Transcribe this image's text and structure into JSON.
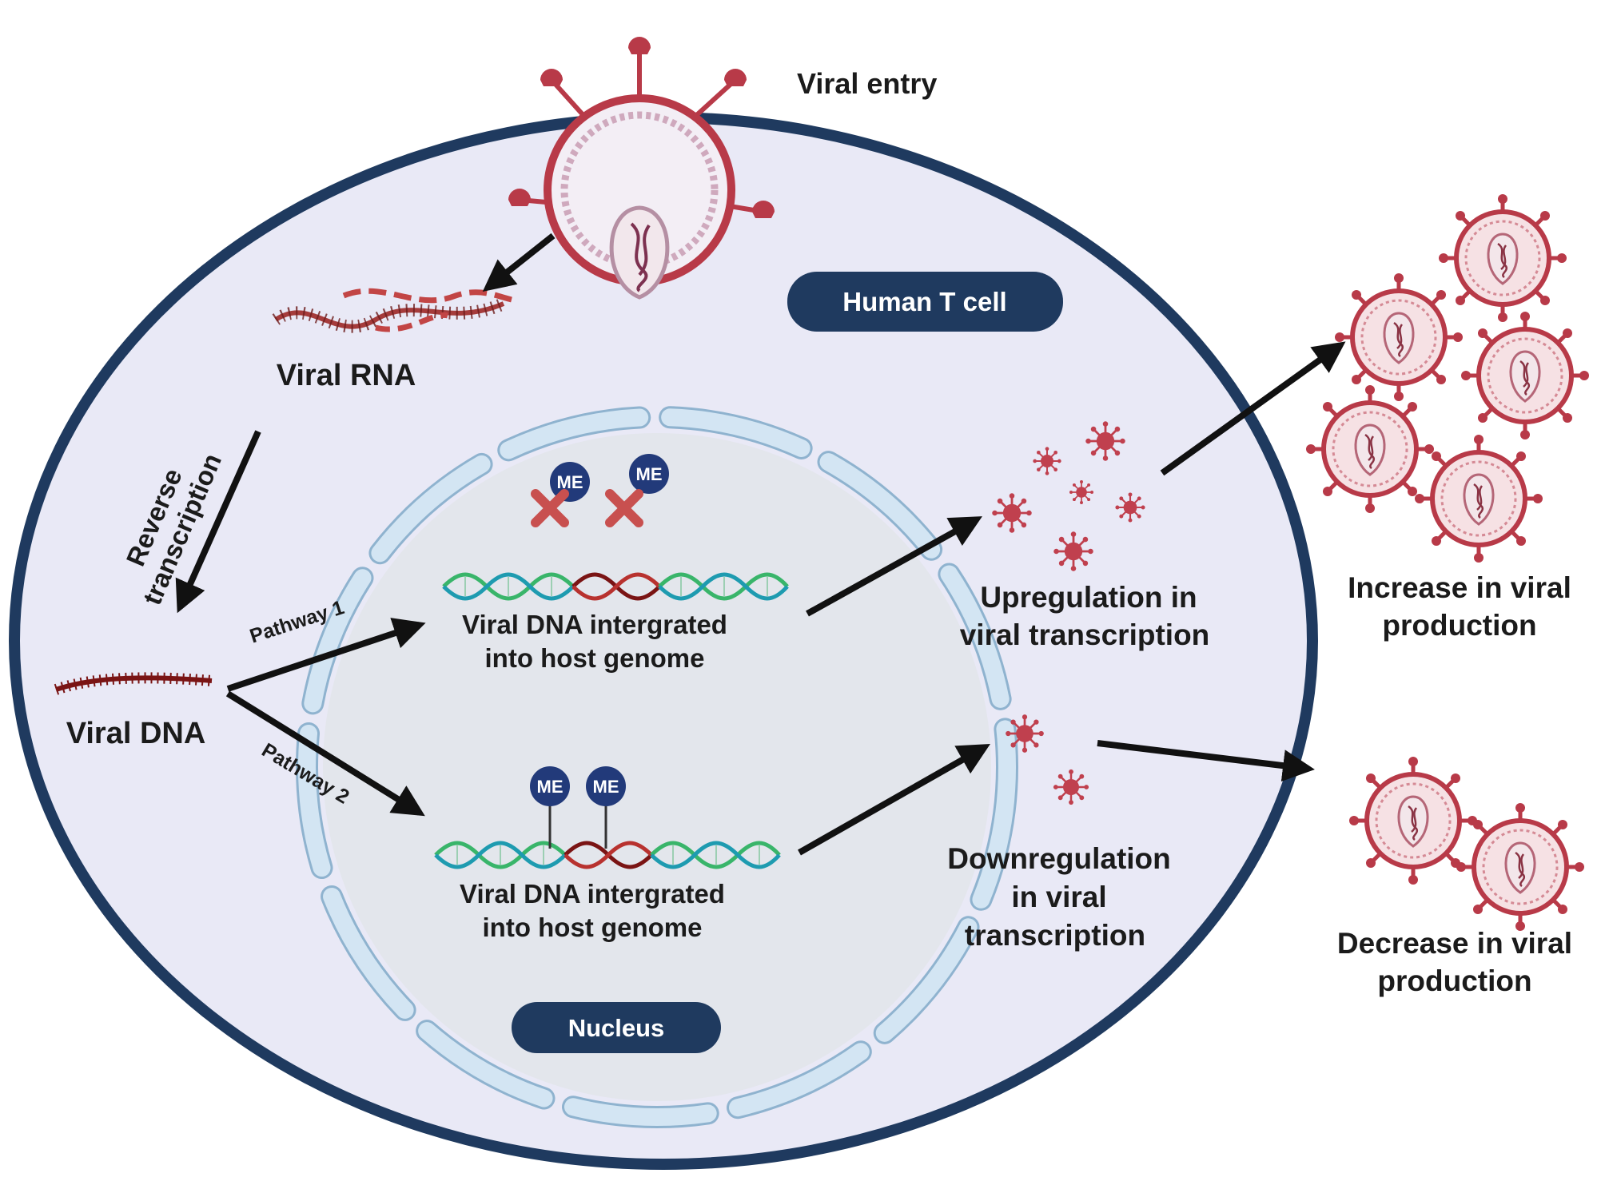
{
  "labels": {
    "viral_entry": "Viral entry",
    "human_t_cell": "Human T cell",
    "viral_rna": "Viral RNA",
    "reverse": "Reverse",
    "transcription": "transcription",
    "viral_dna": "Viral DNA",
    "pathway_1": "Pathway 1",
    "pathway_2": "Pathway 2",
    "integrated_1_line1": "Viral DNA intergrated",
    "integrated_1_line2": "into host genome",
    "integrated_2_line1": "Viral DNA intergrated",
    "integrated_2_line2": "into host genome",
    "nucleus": "Nucleus",
    "me": "ME",
    "up_line1": "Upregulation in",
    "up_line2": "viral transcription",
    "down_line1": "Downregulation",
    "down_line2": "in viral",
    "down_line3": "transcription",
    "increase_line1": "Increase in viral",
    "increase_line2": "production",
    "decrease_line1": "Decrease in viral",
    "decrease_line2": "production"
  },
  "colors": {
    "cell_fill": "#e9e9f6",
    "cell_border": "#1f3a5f",
    "nucleus_fill": "#e3e6ec",
    "nuclear_envelope": "#c9def0",
    "pill": "#1f3a5f",
    "virus": "#b83a48",
    "virus_fill": "#f4dde0",
    "dna_green": "#39b56a",
    "dna_teal": "#1e9bb0",
    "dna_dark": "#7a1414",
    "me_circle": "#223a7a",
    "x_mark": "#c8504f",
    "arrow": "#111111"
  },
  "icons": [
    "virus-icon",
    "viral-rna-icon",
    "viral-dna-icon",
    "dna-helix-icon",
    "methyl-group-icon",
    "cross-icon",
    "arrow-icon"
  ]
}
